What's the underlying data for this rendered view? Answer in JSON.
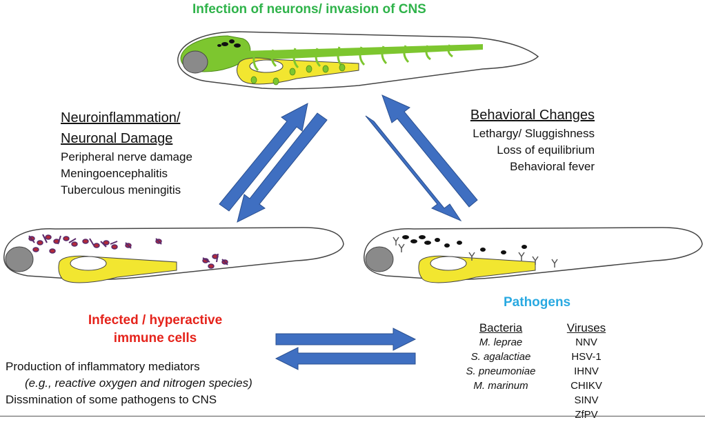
{
  "top_title": "Infection of neurons/ invasion of CNS",
  "left_panel": {
    "heading_lines": [
      "Neuroinflammation/",
      "Neuronal Damage"
    ],
    "items": [
      "Peripheral nerve damage",
      "Meningoencephalitis",
      "Tuberculous meningitis"
    ]
  },
  "right_panel": {
    "heading": "Behavioral Changes",
    "items": [
      "Lethargy/ Sluggishness",
      "Loss of equilibrium",
      "Behavioral fever"
    ]
  },
  "immune": {
    "title_lines": [
      "Infected / hyperactive",
      "immune cells"
    ],
    "items": [
      "Production of inflammatory mediators",
      "(e.g., reactive oxygen and nitrogen species)",
      "Dissmination of some pathogens to CNS"
    ]
  },
  "pathogens": {
    "title": "Pathogens",
    "bacteria_header": "Bacteria",
    "bacteria": [
      "M. leprae",
      "S. agalactiae",
      "S. pneumoniae",
      "M. marinum"
    ],
    "viruses_header": "Viruses",
    "viruses": [
      "NNV",
      "HSV-1",
      "IHNV",
      "CHIKV",
      "SINV",
      "ZfPV"
    ]
  },
  "colors": {
    "neuron_green": "#7dc62f",
    "yolk_yellow": "#f2e630",
    "arrow_blue": "#3f6fc1",
    "immune_purple": "#5a2a6b",
    "immune_red": "#b22a3a"
  }
}
